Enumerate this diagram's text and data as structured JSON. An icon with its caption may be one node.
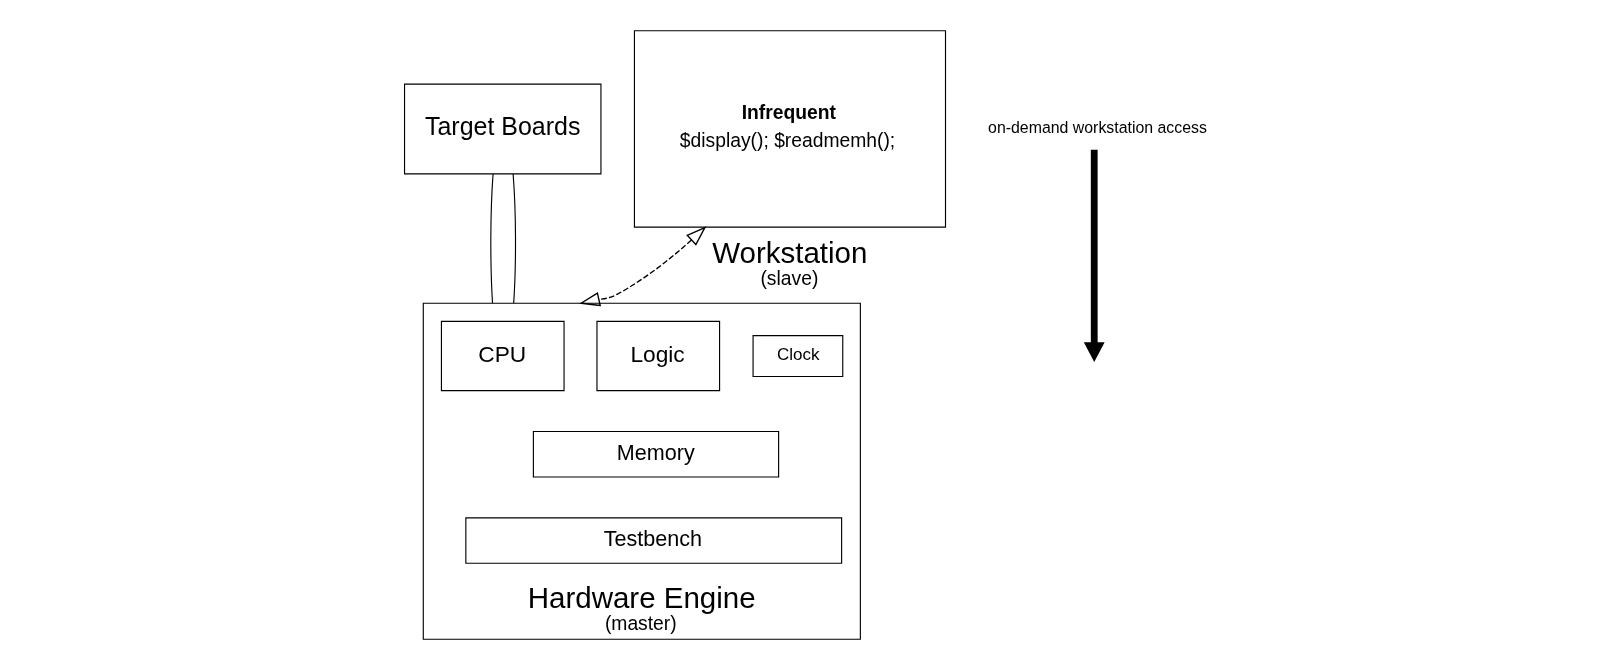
{
  "diagram": {
    "nodes": [
      {
        "text": [
          "Target Boards"
        ]
      },
      {
        "text": [
          "Hardware Engine",
          "(master)"
        ]
      },
      {
        "text": [
          "CPU"
        ],
        "in": 1
      },
      {
        "text": [
          "Logic"
        ],
        "in": 1
      },
      {
        "text": [
          "Clock"
        ],
        "in": 1
      },
      {
        "text": [
          "Memory"
        ],
        "in": 1
      },
      {
        "text": [
          "Testbench"
        ],
        "in": 1
      },
      {
        "text": [
          "Infrequent",
          "$display(); $readmemh();",
          "Workstation",
          "(slave)"
        ]
      },
      {
        "text": [
          "on-demand workstation access"
        ]
      }
    ],
    "edges": [
      {
        "from": 0,
        "to": 1,
        "arrow": "none"
      },
      {
        "from": 0,
        "to": 1,
        "arrow": "none"
      },
      {
        "from": 7,
        "to": 1,
        "arrow": "both",
        "style": "dashed"
      },
      {
        "from": 8,
        "to": null,
        "arrow": "to",
        "style": "thick"
      }
    ]
  }
}
